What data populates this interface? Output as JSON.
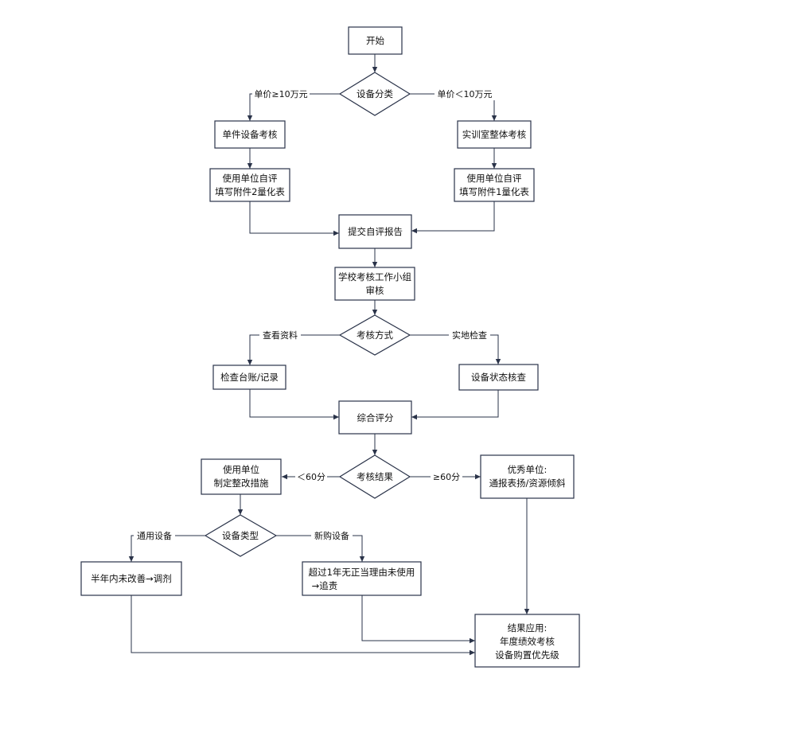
{
  "colors": {
    "stroke": "#2a3349",
    "fill": "#ffffff",
    "text": "#111111"
  },
  "nodes": {
    "start": {
      "lines": [
        "开始"
      ]
    },
    "classify": {
      "lines": [
        "设备分类"
      ]
    },
    "single": {
      "lines": [
        "单件设备考核"
      ]
    },
    "lab": {
      "lines": [
        "实训室整体考核"
      ]
    },
    "self_left": {
      "lines": [
        "使用单位自评",
        "填写附件2量化表"
      ]
    },
    "self_right": {
      "lines": [
        "使用单位自评",
        "填写附件1量化表"
      ]
    },
    "submit": {
      "lines": [
        "提交自评报告"
      ]
    },
    "review": {
      "lines": [
        "学校考核工作小组",
        "审核"
      ]
    },
    "method": {
      "lines": [
        "考核方式"
      ]
    },
    "ledger": {
      "lines": [
        "检查台账/记录"
      ]
    },
    "onsite": {
      "lines": [
        "设备状态核查"
      ]
    },
    "score": {
      "lines": [
        "综合评分"
      ]
    },
    "result": {
      "lines": [
        "考核结果"
      ]
    },
    "rectify": {
      "lines": [
        "使用单位",
        "制定整改措施"
      ]
    },
    "excellent": {
      "lines": [
        "优秀单位:",
        "通报表扬/资源倾斜"
      ]
    },
    "type": {
      "lines": [
        "设备类型"
      ]
    },
    "general": {
      "lines": [
        "半年内未改善→调剂"
      ]
    },
    "new": {
      "lines": [
        "超过1年无正当理由未使用",
        "→追责"
      ]
    },
    "apply": {
      "lines": [
        "结果应用:",
        "年度绩效考核",
        "设备购置优先级"
      ]
    }
  },
  "edge_labels": {
    "price_high": "单价≥10万元",
    "price_low": "单价＜10万元",
    "check_docs": "查看资料",
    "check_site": "实地检查",
    "below_60": "＜60分",
    "above_60": "≥60分",
    "general_device": "通用设备",
    "new_device": "新购设备"
  }
}
